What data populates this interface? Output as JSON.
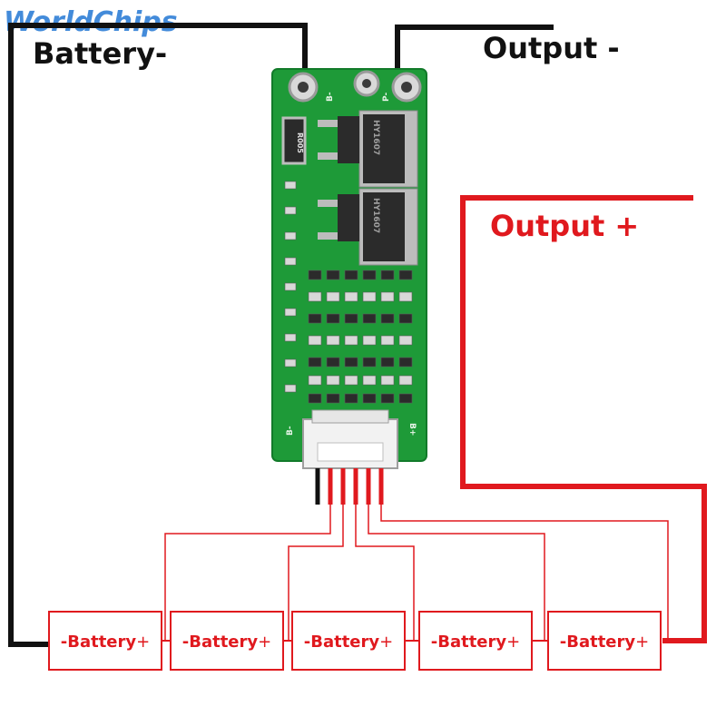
{
  "watermark": {
    "brand": "WorldChips"
  },
  "labels": {
    "battery_negative": "Battery-",
    "output_negative": "Output -",
    "output_positive": "Output +"
  },
  "board": {
    "pad_b_minus": "B-",
    "pad_p_minus": "P-",
    "connector_b_minus": "B-",
    "connector_b_plus": "B+",
    "resistor_code": "R005",
    "mosfet_codes": [
      "HY1607",
      "HY1607"
    ]
  },
  "cells": [
    {
      "neg": "-",
      "name": "Battery",
      "pos": "+"
    },
    {
      "neg": "-",
      "name": "Battery",
      "pos": "+"
    },
    {
      "neg": "-",
      "name": "Battery",
      "pos": "+"
    },
    {
      "neg": "-",
      "name": "Battery",
      "pos": "+"
    },
    {
      "neg": "-",
      "name": "Battery",
      "pos": "+"
    }
  ],
  "colors": {
    "negative_wire": "#111111",
    "positive_wire": "#e0191e",
    "balance_wire": "#e0191e",
    "pcb": "#1e9a38",
    "pcb_dark": "#127a2a",
    "label_red": "#e0191e",
    "label_black": "#111111",
    "watermark_blue": "#2f7fd6"
  }
}
